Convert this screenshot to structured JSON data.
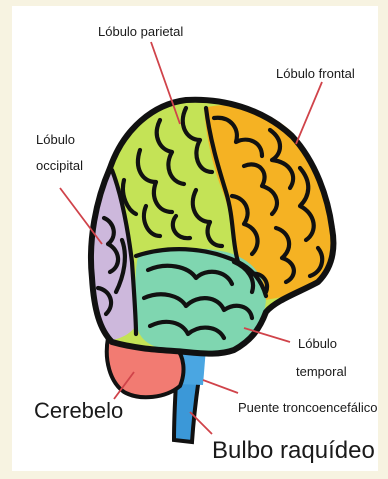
{
  "labels": {
    "parietal": "Lóbulo parietal",
    "frontal": "Lóbulo frontal",
    "occipital_line1": "Lóbulo",
    "occipital_line2": "occipital",
    "temporal_line1": "Lóbulo",
    "temporal_line2": "temporal",
    "cerebellum": "Cerebelo",
    "pons": "Puente troncoencefálico",
    "medulla": "Bulbo raquídeo"
  },
  "colors": {
    "background": "#f7f3e1",
    "frontal": "#f5b223",
    "parietal": "#c4e356",
    "occipital": "#cdb8dc",
    "temporal": "#7fd6b0",
    "cerebellum": "#f27b72",
    "brainstem": "#3b98d8",
    "leader_lines": "#d0434a"
  }
}
